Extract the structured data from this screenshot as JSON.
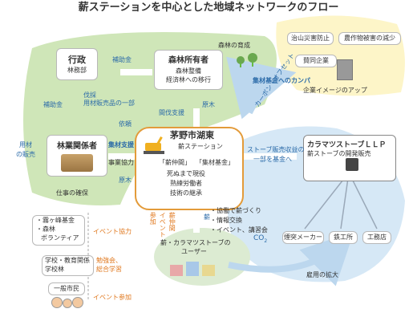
{
  "title": "薪ステーションを中心とした地域ネットワークのフロー",
  "nodes": {
    "gyosei": {
      "name": "行政",
      "sub": "林務部"
    },
    "shinrin_owner": {
      "name": "森林所有者",
      "sub1": "森林整備",
      "sub2": "経済林への移行"
    },
    "ringyo": {
      "name": "林業関係者"
    },
    "station": {
      "name": "茅野市湖東",
      "sub": "薪ステーション",
      "tag1": "「薪仲間」",
      "tag2": "「集材基金」",
      "l1": "死ぬまで現役",
      "l2": "熟練労働者",
      "l3": "技術の継承"
    },
    "llp": {
      "name": "カラマツストーブＬＬＰ",
      "sub": "薪ストーブの開発販売"
    },
    "users": {
      "name1": "薪・カラマツストーブの",
      "name2": "ユーザー"
    },
    "company": {
      "name": "賛同企業"
    },
    "disaster": {
      "name": "治山災害防止"
    },
    "crop": {
      "name": "農作物被害の減少"
    },
    "smelter": {
      "name": "煙突メーカー"
    },
    "ironworks": {
      "name": "鉄工所"
    },
    "hardware": {
      "name": "工務店"
    },
    "fund": {
      "l1": "・霧ヶ峰基金",
      "l2": "・森林",
      "l3": "ボランティア"
    },
    "school": {
      "l1": "学校・教育関係",
      "l2": "学校林"
    },
    "citizen": {
      "name": "一般市民"
    }
  },
  "labels": {
    "forest_growth": "森林の育成",
    "hojokin1": "補助金",
    "hojokin2": "補助金",
    "bassai1": "伐採",
    "bassai2": "用材販売品の一部",
    "irai": "依頼",
    "kanbatsu": "間伐支援",
    "genboku1": "原木",
    "genboku2": "原木",
    "shuzai": "集材支援",
    "jigyo": "事業協力",
    "yozai1": "用材",
    "yozai2": "の販売",
    "shigoto": "仕事の確保",
    "kikin_kanpa": "集材基金へのカンパ",
    "image_up": "企業イメージのアップ",
    "carbon": "カーボン・オフセット",
    "stove_sales1": "ストーブ販売収益の",
    "stove_sales2": "一部を基金へ",
    "event_kyoryoku": "イベント協力",
    "benkyo1": "勉強会、",
    "benkyo2": "総合学習",
    "event_sanka": "イベント参加",
    "maki_nakama1": "薪仲間",
    "maki_nakama2": "イベント",
    "maki_nakama3": "参加",
    "maki": "薪",
    "kyogikai1": "・協働で薪づくり",
    "kyogikai2": "・情報交換",
    "kyogikai3": "・イベント、講習会",
    "co2": "CO",
    "co2_sub": "2",
    "koyo": "雇用の拡大"
  },
  "colors": {
    "green_area": "#cfe6b8",
    "blue_area": "#d6e8f6",
    "yellow_area": "#fdf5c8",
    "orange": "#e0781e",
    "station_border": "#e39b3a"
  }
}
